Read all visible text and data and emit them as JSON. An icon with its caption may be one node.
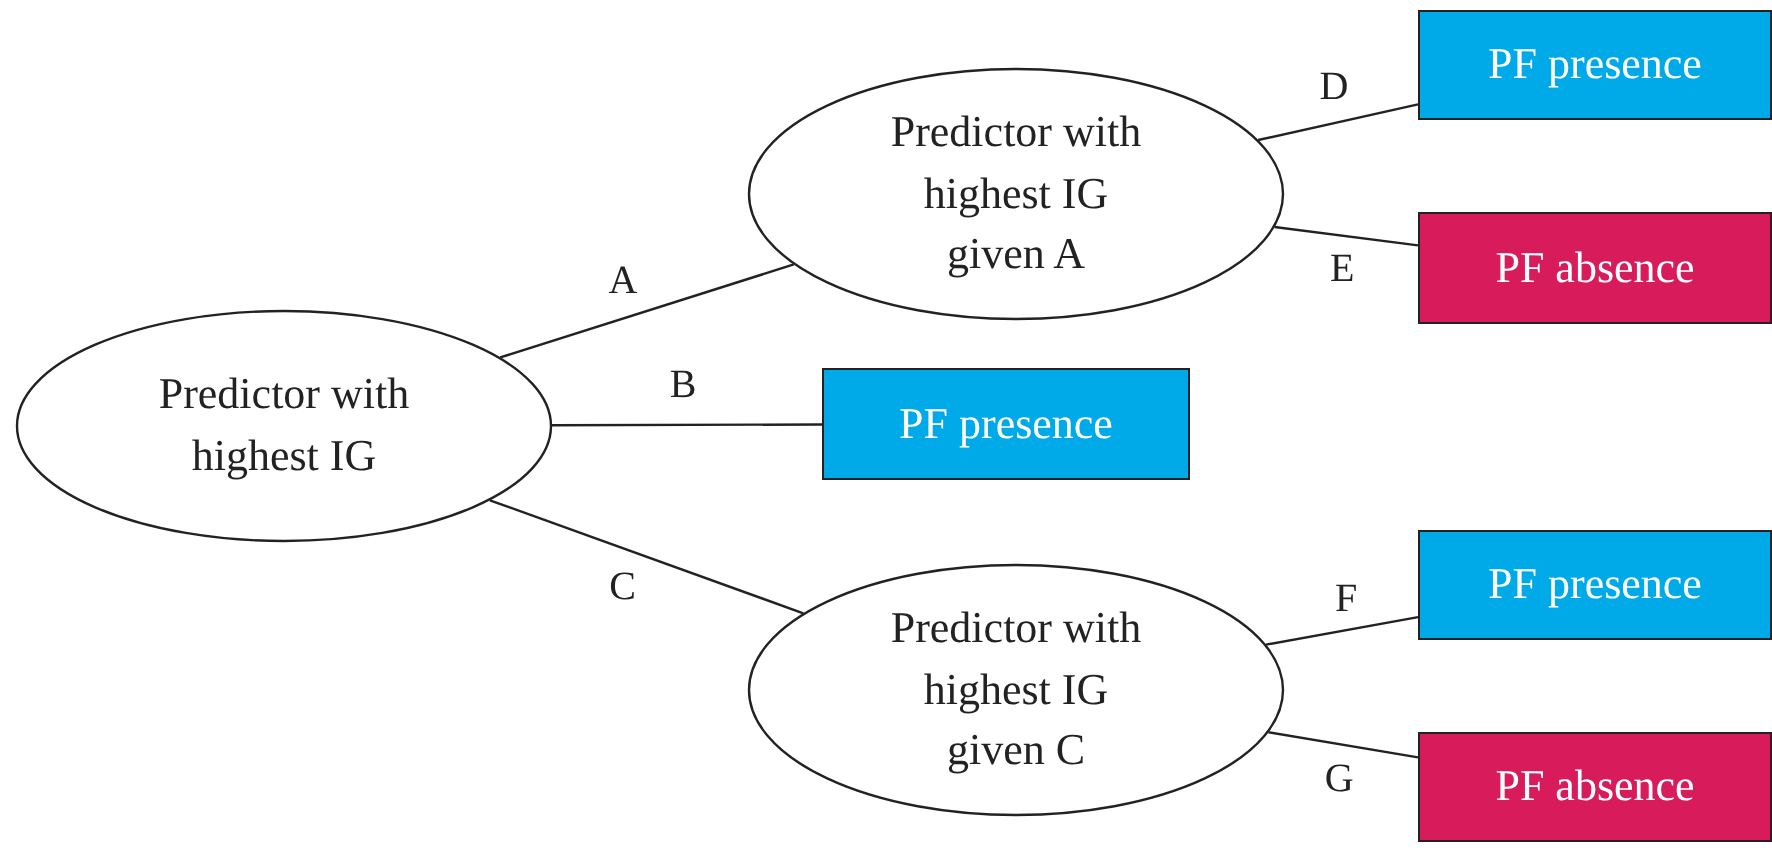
{
  "diagram": {
    "nodes": [
      {
        "text": [
          "Predictor with highest IG"
        ]
      },
      {
        "text": [
          "Predictor with highest IG given A"
        ]
      },
      {
        "text": [
          "PF presence"
        ]
      },
      {
        "text": [
          "PF absence"
        ]
      },
      {
        "text": [
          "PF presence"
        ]
      },
      {
        "text": [
          "Predictor with highest IG given C"
        ]
      },
      {
        "text": [
          "PF presence"
        ]
      },
      {
        "text": [
          "PF absence"
        ]
      }
    ],
    "edges": [
      {
        "from": 0,
        "to": 1,
        "arrow": "none",
        "label": "A"
      },
      {
        "from": 0,
        "to": 4,
        "arrow": "none",
        "label": "B"
      },
      {
        "from": 0,
        "to": 5,
        "arrow": "none",
        "label": "C"
      },
      {
        "from": 1,
        "to": 2,
        "arrow": "none",
        "label": "D"
      },
      {
        "from": 1,
        "to": 3,
        "arrow": "none",
        "label": "E"
      },
      {
        "from": 5,
        "to": 6,
        "arrow": "none",
        "label": "F"
      },
      {
        "from": 5,
        "to": 7,
        "arrow": "none",
        "label": "G"
      }
    ]
  }
}
